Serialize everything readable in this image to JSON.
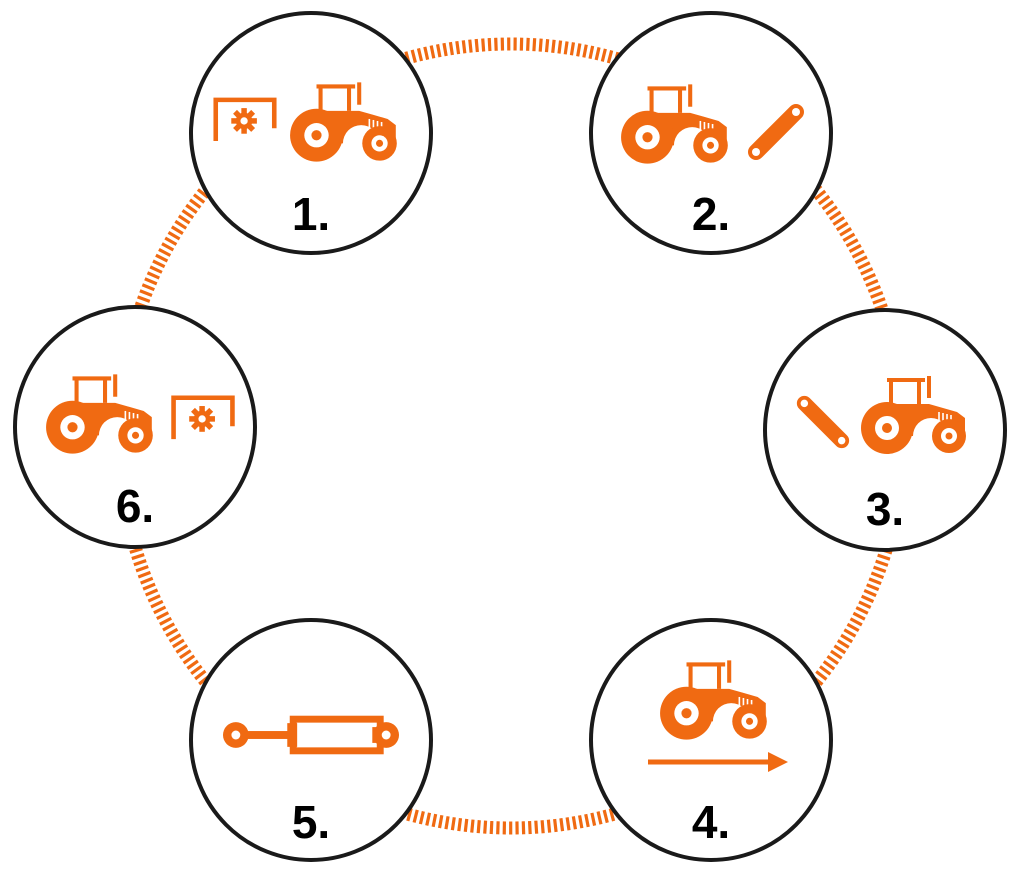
{
  "colors": {
    "accent": "#F06A12",
    "ring_stroke": "#1a1a1a",
    "background": "#ffffff"
  },
  "steps": [
    {
      "number": "1.",
      "icons": [
        "frame-gear-icon",
        "tractor-icon"
      ]
    },
    {
      "number": "2.",
      "icons": [
        "tractor-icon",
        "link-arm-icon"
      ]
    },
    {
      "number": "3.",
      "icons": [
        "link-arm-icon",
        "tractor-icon"
      ]
    },
    {
      "number": "4.",
      "icons": [
        "tractor-icon",
        "arrow-right-icon"
      ]
    },
    {
      "number": "5.",
      "icons": [
        "hydraulic-cylinder-icon"
      ]
    },
    {
      "number": "6.",
      "icons": [
        "tractor-icon",
        "frame-gear-icon"
      ]
    }
  ]
}
